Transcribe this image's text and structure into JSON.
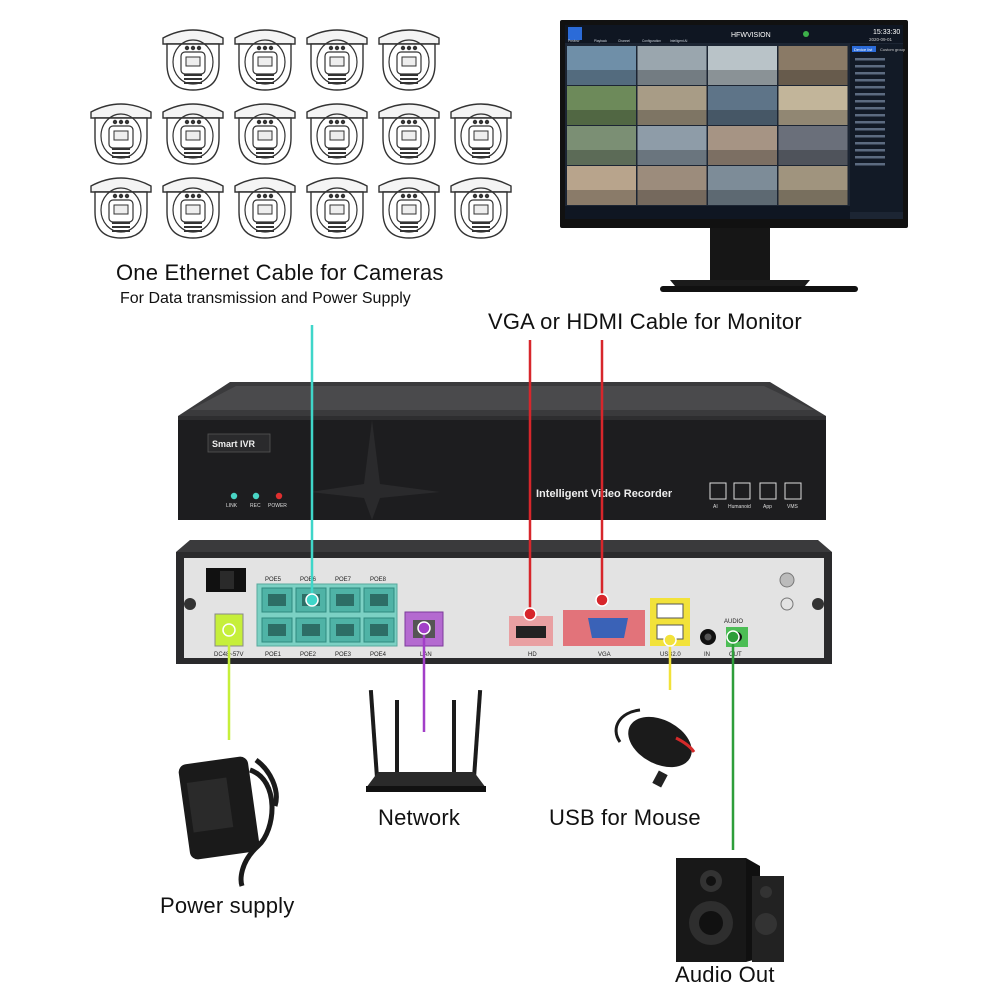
{
  "captions": {
    "cameras_title": "One Ethernet Cable for Cameras",
    "cameras_sub": "For Data transmission and Power Supply",
    "monitor": "VGA or HDMI Cable for Monitor",
    "network": "Network",
    "usb": "USB for Mouse",
    "power": "Power supply",
    "audio": "Audio Out"
  },
  "monitor_ui": {
    "brand": "HFWVISION",
    "time": "15:33:30",
    "date": "2020-09-01",
    "tabs": [
      "Preview",
      "Playback",
      "Channel",
      "Configuration",
      "Intelligent AI"
    ],
    "side_tabs": [
      "Device list",
      "Custom group"
    ]
  },
  "nvr_front": {
    "model": "Smart IVR",
    "title": "Intelligent Video Recorder",
    "leds": [
      "LINK",
      "REC",
      "POWER"
    ],
    "features": [
      "AI",
      "Humanoid",
      "App",
      "VMS"
    ]
  },
  "nvr_rear": {
    "poe_top": [
      "POE5",
      "POE6",
      "POE7",
      "POE8"
    ],
    "poe_bottom": [
      "POE1",
      "POE2",
      "POE3",
      "POE4"
    ],
    "lan": "LAN",
    "hd": "HD",
    "vga": "VGA",
    "usb": "USB2.0",
    "audio": "AUDIO",
    "audio_in": "IN",
    "audio_out": "OUT",
    "dc": "DC48~57V"
  },
  "colors": {
    "poe": "#3fd6c9",
    "video": "#d7262b",
    "lan": "#a23fc8",
    "usb": "#f2e23a",
    "power": "#c6ef3a",
    "audio": "#2e9e3a"
  }
}
